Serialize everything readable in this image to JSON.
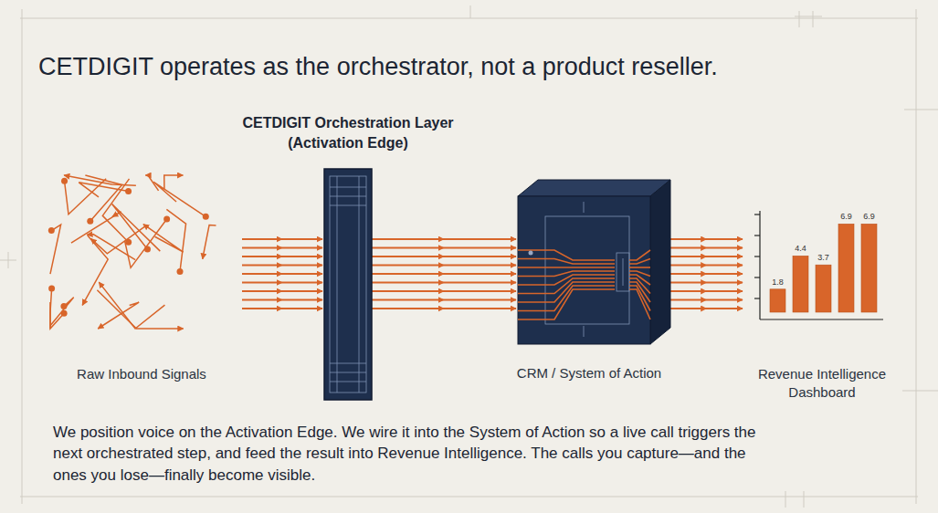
{
  "diagram": {
    "title": "CETDIGIT operates as the orchestrator, not a product reseller.",
    "caption": "We position voice on the Activation Edge. We wire it into the System of Action so a live call triggers the next orchestrated step, and feed the result into Revenue Intelligence. The calls you capture—and the ones you lose—finally become visible.",
    "nodes": [
      {
        "text": [
          "Raw Inbound Signals"
        ]
      },
      {
        "text": [
          "CETDIGIT Orchestration Layer (Activation Edge)"
        ]
      },
      {
        "text": [
          "CRM / System of Action"
        ]
      },
      {
        "text": [
          "Revenue Intelligence Dashboard"
        ]
      }
    ],
    "edges": [
      {
        "from": 0,
        "to": 1,
        "arrow": "to"
      },
      {
        "from": 1,
        "to": 2,
        "arrow": "to"
      },
      {
        "from": 2,
        "to": 3,
        "arrow": "to"
      }
    ],
    "labels": [
      "1.8",
      "4.4",
      "3.7",
      "6.9",
      "6.9"
    ]
  }
}
